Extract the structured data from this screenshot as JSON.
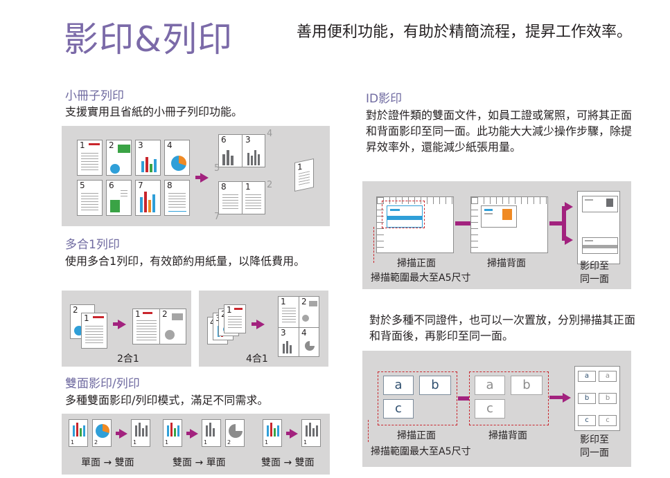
{
  "header": {
    "title": "影印&列印",
    "tagline": "善用便利功能，有助於精簡流程，提昇工作效率。"
  },
  "booklet": {
    "title": "小冊子列印",
    "desc": "支援實用且省紙的小冊子列印功能。",
    "pages_top": [
      "1",
      "2",
      "3",
      "4"
    ],
    "pages_bottom": [
      "5",
      "6",
      "7",
      "8"
    ],
    "out_top": [
      "6",
      "3",
      "4",
      "5"
    ],
    "out_bottom": [
      "8",
      "1",
      "2",
      "7"
    ],
    "book_num": "1"
  },
  "nup": {
    "title": "多合1列印",
    "desc": "使用多合1列印，有效節約用紙量，以降低費用。",
    "cap_2in1": "2合1",
    "cap_4in1": "4合1",
    "n1": "1",
    "n2": "2",
    "n3": "3",
    "n4": "4"
  },
  "duplex": {
    "title": "雙面影印/列印",
    "desc": "多種雙面影印/列印模式，滿足不同需求。",
    "mode1": "單面 → 雙面",
    "mode2": "雙面 → 單面",
    "mode3": "雙面 → 雙面",
    "p1": "1",
    "p2": "2"
  },
  "idcopy": {
    "title": "ID影印",
    "desc": "對於證件類的雙面文件，如員工證或駕照，可將其正面和背面影印至同一面。此功能大大減少操作步驟，除提昇效率外，還能減少紙張用量。",
    "scan_front": "掃描正面",
    "scan_back": "掃描背面",
    "scan_range": "掃描範圍最大至A5尺寸",
    "copy_to_1": "影印至",
    "copy_to_2": "同一面"
  },
  "multi": {
    "desc": "對於多種不同證件，也可以一次置放，分別掃描其正面和背面後，再影印至同一面。",
    "a": "a",
    "b": "b",
    "c": "c",
    "scan_front": "掃描正面",
    "scan_back": "掃描背面",
    "scan_range": "掃描範圍最大至A5尺寸",
    "copy_to_1": "影印至",
    "copy_to_2": "同一面"
  },
  "colors": {
    "accent": "#7b6aa8",
    "arrow": "#a2227e",
    "panel": "#d7d6d6",
    "red": "#c9252c",
    "blue": "#2f9fd8",
    "green": "#3aa345",
    "orange": "#f08a24"
  }
}
